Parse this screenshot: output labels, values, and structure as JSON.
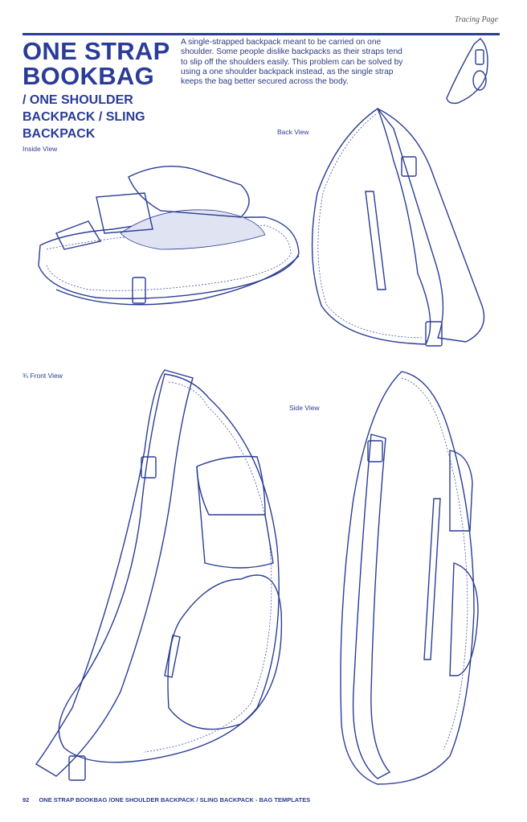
{
  "running_head": "Tracing Page",
  "title_lines": [
    "ONE STRAP",
    "BOOKBAG"
  ],
  "subtitle_lines": [
    "/ ONE SHOULDER",
    "BACKPACK / SLING",
    "BACKPACK"
  ],
  "description": "A single-strapped backpack meant to be carried on one shoulder. Some people dislike backpacks as their straps tend to slip off the shoulders easily. This problem can be solved by using a one shoulder backpack instead, as the single strap keeps the bag better secured across the body.",
  "views": {
    "inside": "Inside View",
    "back": "Back View",
    "front": "¾ Front View",
    "side": "Side View"
  },
  "footer": {
    "page_number": "92",
    "text": "ONE STRAP BOOKBAG  /ONE SHOULDER BACKPACK / SLING BACKPACK  -  BAG TEMPLATES"
  },
  "colors": {
    "accent": "#2b3d96"
  }
}
